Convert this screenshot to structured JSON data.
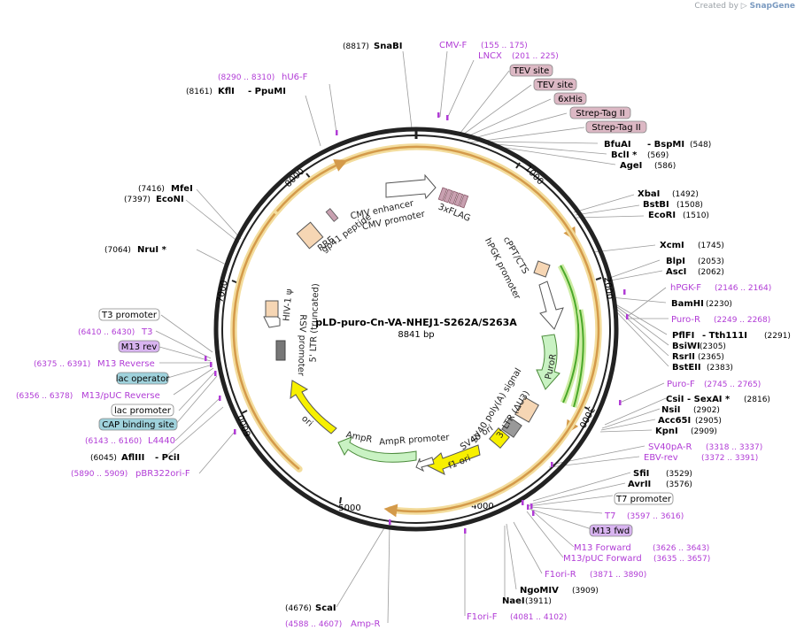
{
  "credit": {
    "prefix": "Created by",
    "brand": "SnapGene"
  },
  "plasmid": {
    "name": "pLD-puro-Cn-VA-NHEJ1-S262A/S263A",
    "length_label": "8841 bp",
    "length": 8841
  },
  "tick_labels": [
    "1000",
    "2000",
    "3000",
    "4000",
    "5000",
    "6000",
    "7000",
    "8000"
  ],
  "site_labels": [
    {
      "text": "(8817)",
      "cls": "num"
    },
    {
      "text": "SnaBI",
      "cls": "bold"
    },
    {
      "text": "CMV-F",
      "cls": "primer"
    },
    {
      "text": "(155 .. 175)",
      "cls": "primernum"
    },
    {
      "text": "LNCX",
      "cls": "primer"
    },
    {
      "text": "(201 .. 225)",
      "cls": "primernum"
    },
    {
      "text": "(8290 .. 8310)",
      "cls": "primernum"
    },
    {
      "text": "hU6-F",
      "cls": "primer"
    },
    {
      "text": "(8161)",
      "cls": "num"
    },
    {
      "text": "KflI",
      "cls": "bold"
    },
    {
      "text": "- PpuMI",
      "cls": "bold"
    },
    {
      "text": "BfuAI",
      "cls": "bold"
    },
    {
      "text": "- BspMI",
      "cls": "bold"
    },
    {
      "text": "(548)",
      "cls": "num"
    },
    {
      "text": "BclI *",
      "cls": "bold"
    },
    {
      "text": "(569)",
      "cls": "num"
    },
    {
      "text": "AgeI",
      "cls": "bold"
    },
    {
      "text": "(586)",
      "cls": "num"
    },
    {
      "text": "(7416)",
      "cls": "num"
    },
    {
      "text": "MfeI",
      "cls": "bold"
    },
    {
      "text": "(7397)",
      "cls": "num"
    },
    {
      "text": "EcoNI",
      "cls": "bold"
    },
    {
      "text": "XbaI",
      "cls": "bold"
    },
    {
      "text": "(1492)",
      "cls": "num"
    },
    {
      "text": "BstBI",
      "cls": "bold"
    },
    {
      "text": "(1508)",
      "cls": "num"
    },
    {
      "text": "EcoRI",
      "cls": "bold"
    },
    {
      "text": "(1510)",
      "cls": "num"
    },
    {
      "text": "(7064)",
      "cls": "num"
    },
    {
      "text": "NruI *",
      "cls": "bold"
    },
    {
      "text": "XcmI",
      "cls": "bold"
    },
    {
      "text": "(1745)",
      "cls": "num"
    },
    {
      "text": "BlpI",
      "cls": "bold"
    },
    {
      "text": "(2053)",
      "cls": "num"
    },
    {
      "text": "AscI",
      "cls": "bold"
    },
    {
      "text": "(2062)",
      "cls": "num"
    },
    {
      "text": "hPGK-F",
      "cls": "primer"
    },
    {
      "text": "(2146 .. 2164)",
      "cls": "primernum"
    },
    {
      "text": "BamHI",
      "cls": "bold"
    },
    {
      "text": "(2230)",
      "cls": "num"
    },
    {
      "text": "Puro-R",
      "cls": "primer"
    },
    {
      "text": "(2249 .. 2268)",
      "cls": "primernum"
    },
    {
      "text": "PflFI",
      "cls": "bold"
    },
    {
      "text": "- Tth111I",
      "cls": "bold"
    },
    {
      "text": "(2291)",
      "cls": "num"
    },
    {
      "text": "BsiWI",
      "cls": "bold"
    },
    {
      "text": "(2305)",
      "cls": "num"
    },
    {
      "text": "RsrII",
      "cls": "bold"
    },
    {
      "text": "(2365)",
      "cls": "num"
    },
    {
      "text": "BstEII",
      "cls": "bold"
    },
    {
      "text": "(2383)",
      "cls": "num"
    },
    {
      "text": "(6410 .. 6430)",
      "cls": "primernum"
    },
    {
      "text": "T3",
      "cls": "primer"
    },
    {
      "text": "(6375 .. 6391)",
      "cls": "primernum"
    },
    {
      "text": "M13 Reverse",
      "cls": "primer"
    },
    {
      "text": "(6356 .. 6378)",
      "cls": "primernum"
    },
    {
      "text": "M13/pUC Reverse",
      "cls": "primer"
    },
    {
      "text": "Puro-F",
      "cls": "primer"
    },
    {
      "text": "(2745 .. 2765)",
      "cls": "primernum"
    },
    {
      "text": "CsiI",
      "cls": "bold"
    },
    {
      "text": "- SexAI *",
      "cls": "bold"
    },
    {
      "text": "(2816)",
      "cls": "num"
    },
    {
      "text": "NsiI",
      "cls": "bold"
    },
    {
      "text": "(2902)",
      "cls": "num"
    },
    {
      "text": "Acc65I",
      "cls": "bold"
    },
    {
      "text": "(2905)",
      "cls": "num"
    },
    {
      "text": "KpnI",
      "cls": "bold"
    },
    {
      "text": "(2909)",
      "cls": "num"
    },
    {
      "text": "(6143 .. 6160)",
      "cls": "primernum"
    },
    {
      "text": "L4440",
      "cls": "primer"
    },
    {
      "text": "(6045)",
      "cls": "num"
    },
    {
      "text": "AflIII",
      "cls": "bold"
    },
    {
      "text": "- PciI",
      "cls": "bold"
    },
    {
      "text": "(5890 .. 5909)",
      "cls": "primernum"
    },
    {
      "text": "pBR322ori-F",
      "cls": "primer"
    },
    {
      "text": "SV40pA-R",
      "cls": "primer"
    },
    {
      "text": "(3318 .. 3337)",
      "cls": "primernum"
    },
    {
      "text": "EBV-rev",
      "cls": "primer"
    },
    {
      "text": "(3372 .. 3391)",
      "cls": "primernum"
    },
    {
      "text": "SfiI",
      "cls": "bold"
    },
    {
      "text": "(3529)",
      "cls": "num"
    },
    {
      "text": "AvrII",
      "cls": "bold"
    },
    {
      "text": "(3576)",
      "cls": "num"
    },
    {
      "text": "T7",
      "cls": "primer"
    },
    {
      "text": "(3597 .. 3616)",
      "cls": "primernum"
    },
    {
      "text": "M13 Forward",
      "cls": "primer"
    },
    {
      "text": "(3626 .. 3643)",
      "cls": "primernum"
    },
    {
      "text": "M13/pUC Forward",
      "cls": "primer"
    },
    {
      "text": "(3635 .. 3657)",
      "cls": "primernum"
    },
    {
      "text": "F1ori-R",
      "cls": "primer"
    },
    {
      "text": "(3871 .. 3890)",
      "cls": "primernum"
    },
    {
      "text": "NgoMIV",
      "cls": "bold"
    },
    {
      "text": "(3909)",
      "cls": "num"
    },
    {
      "text": "NaeI",
      "cls": "bold"
    },
    {
      "text": "(3911)",
      "cls": "num"
    },
    {
      "text": "(4676)",
      "cls": "num"
    },
    {
      "text": "ScaI",
      "cls": "bold"
    },
    {
      "text": "(4588 .. 4607)",
      "cls": "primernum"
    },
    {
      "text": "Amp-R",
      "cls": "primer"
    },
    {
      "text": "F1ori-F",
      "cls": "primer"
    },
    {
      "text": "(4081 .. 4102)",
      "cls": "primernum"
    }
  ],
  "boxed_labels": [
    {
      "text": "TEV site",
      "fill": "#dcb8c4"
    },
    {
      "text": "TEV site",
      "fill": "#dcb8c4"
    },
    {
      "text": "6xHis",
      "fill": "#dcb8c4"
    },
    {
      "text": "Strep-Tag II",
      "fill": "#dcb8c4"
    },
    {
      "text": "Strep-Tag II",
      "fill": "#dcb8c4"
    },
    {
      "text": "T3 promoter",
      "fill": "#ffffff"
    },
    {
      "text": "M13 rev",
      "fill": "#d8b4f0"
    },
    {
      "text": "lac operator",
      "fill": "#9fd2dc"
    },
    {
      "text": "lac promoter",
      "fill": "#ffffff"
    },
    {
      "text": "CAP binding site",
      "fill": "#9fd2dc"
    },
    {
      "text": "T7 promoter",
      "fill": "#ffffff"
    },
    {
      "text": "M13 fwd",
      "fill": "#d8b4f0"
    }
  ],
  "feature_labels": [
    "CMV enhancer",
    "CMV promoter",
    "3xFLAG",
    "RRE",
    "gp41 peptide",
    "cPPT/CTS",
    "hPGK promoter",
    "PuroR",
    "HIV-1 ψ",
    "RSV promoter",
    "5' LTR (truncated)",
    "SV40 poly(A) signal",
    "3' LTR (ΔU3)",
    "SV40 ori",
    "f1 ori",
    "AmpR promoter",
    "AmpR",
    "ori"
  ],
  "colors": {
    "backbone": "#222222",
    "orf_fill": "#d49a4a",
    "orf_glow": "#f3dc9c",
    "marker_green": "#4aa82a",
    "marker_glow": "#cdeca4",
    "primer": "#b13cd6",
    "ori_yellow": "#f7f000",
    "amp_green": "#c9f2c3",
    "promoter_white": "#ffffff",
    "poly_a": "#f6d6b4",
    "small_feature": "#c8a0b0"
  }
}
